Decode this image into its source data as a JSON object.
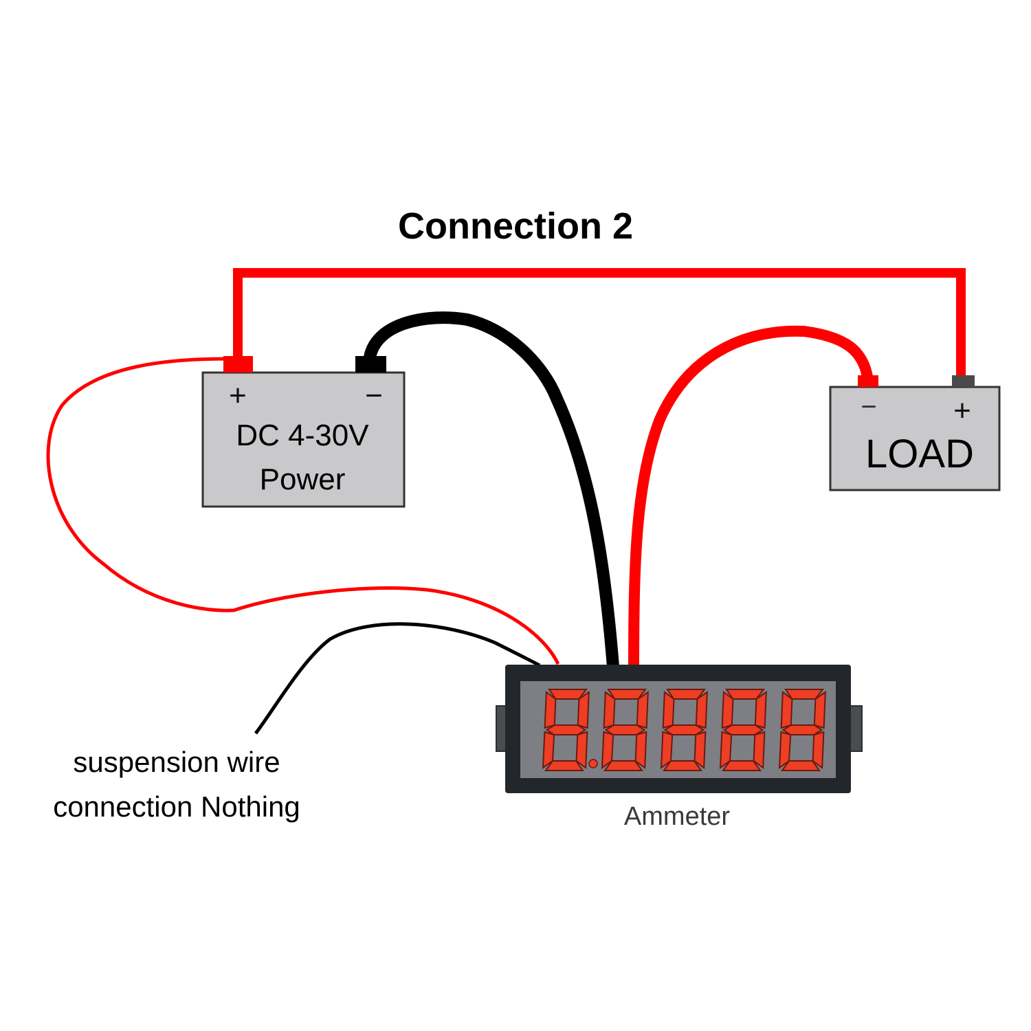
{
  "title": "Connection 2",
  "colors": {
    "wire_red": "#ff0000",
    "wire_black": "#000000",
    "box_fill": "#c9c9cc",
    "box_border": "#333333",
    "meter_body": "#23272b",
    "meter_screen": "#7d7f84",
    "segment_on": "#ee3e24",
    "segment_outline": "#6a1a12",
    "terminal_dark": "#4a4a4a"
  },
  "power_supply": {
    "plus_symbol": "+",
    "minus_symbol": "−",
    "line1": "DC 4-30V",
    "line2": "Power"
  },
  "load": {
    "minus_symbol": "−",
    "plus_symbol": "+",
    "label": "LOAD"
  },
  "ammeter": {
    "label": "Ammeter",
    "digits": [
      "8",
      "8",
      "8",
      "8",
      "8"
    ],
    "decimal_after_digit": 1
  },
  "note": {
    "line1": "suspension wire",
    "line2": "connection Nothing"
  }
}
